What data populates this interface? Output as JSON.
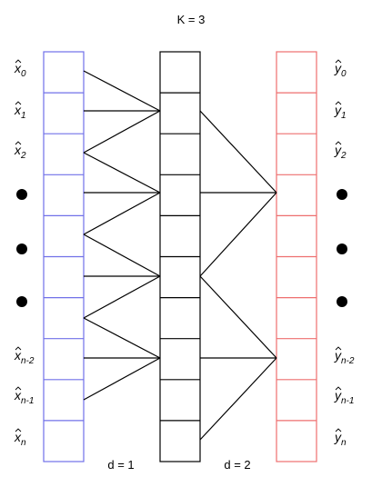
{
  "title": "K = 3",
  "dilation_labels": {
    "left": "d = 1",
    "right": "d = 2"
  },
  "colors": {
    "input": "#7070e8",
    "hidden": "#000000",
    "output": "#ee6f6f",
    "lines": "#000000"
  },
  "input_labels": [
    {
      "kind": "text",
      "base": "x",
      "sub": "0"
    },
    {
      "kind": "text",
      "base": "x",
      "sub": "1"
    },
    {
      "kind": "text",
      "base": "x",
      "sub": "2"
    },
    {
      "kind": "dot"
    },
    {
      "kind": "dot"
    },
    {
      "kind": "dot"
    },
    {
      "kind": "text",
      "base": "x",
      "sub": "n-2"
    },
    {
      "kind": "text",
      "base": "x",
      "sub": "n-1"
    },
    {
      "kind": "text",
      "base": "x",
      "sub": "n"
    }
  ],
  "output_labels": [
    {
      "kind": "text",
      "base": "y",
      "sub": "0"
    },
    {
      "kind": "text",
      "base": "y",
      "sub": "1"
    },
    {
      "kind": "text",
      "base": "y",
      "sub": "2"
    },
    {
      "kind": "dot"
    },
    {
      "kind": "dot"
    },
    {
      "kind": "dot"
    },
    {
      "kind": "text",
      "base": "y",
      "sub": "n-2"
    },
    {
      "kind": "text",
      "base": "y",
      "sub": "n-1"
    },
    {
      "kind": "text",
      "base": "y",
      "sub": "n"
    }
  ],
  "input_cells": 10,
  "hidden_cells": 10,
  "output_cells": 10
}
